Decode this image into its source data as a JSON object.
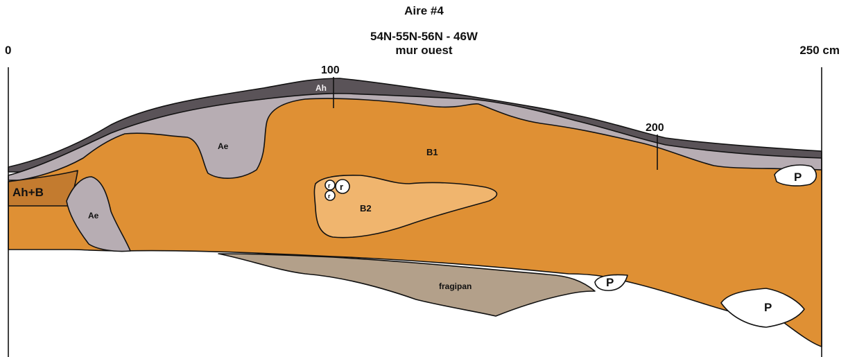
{
  "header": {
    "title": "Aire #4",
    "units": "54N-55N-56N - 46W",
    "wall": "mur ouest"
  },
  "scale": {
    "start_label": "0",
    "end_label": "250 cm",
    "tick_100": "100",
    "tick_200": "200"
  },
  "layers": {
    "ah": "Ah",
    "ah_b": "Ah+B",
    "ae_left": "Ae",
    "ae_upper": "Ae",
    "b1": "B1",
    "b2": "B2",
    "fragipan": "fragipan"
  },
  "inclusions": {
    "pebble_1": "P",
    "pebble_2": "P",
    "pebble_3": "P",
    "root_large": "r",
    "root_small_1": "r",
    "root_small_2": "r"
  },
  "colors": {
    "ah_dark": "#5a5358",
    "ae_grey": "#b7adb3",
    "b1_orange": "#df9034",
    "b2_light": "#f0b56e",
    "ahb_brown": "#c37b2f",
    "fragipan": "#b3a08a",
    "outline": "#111111"
  }
}
